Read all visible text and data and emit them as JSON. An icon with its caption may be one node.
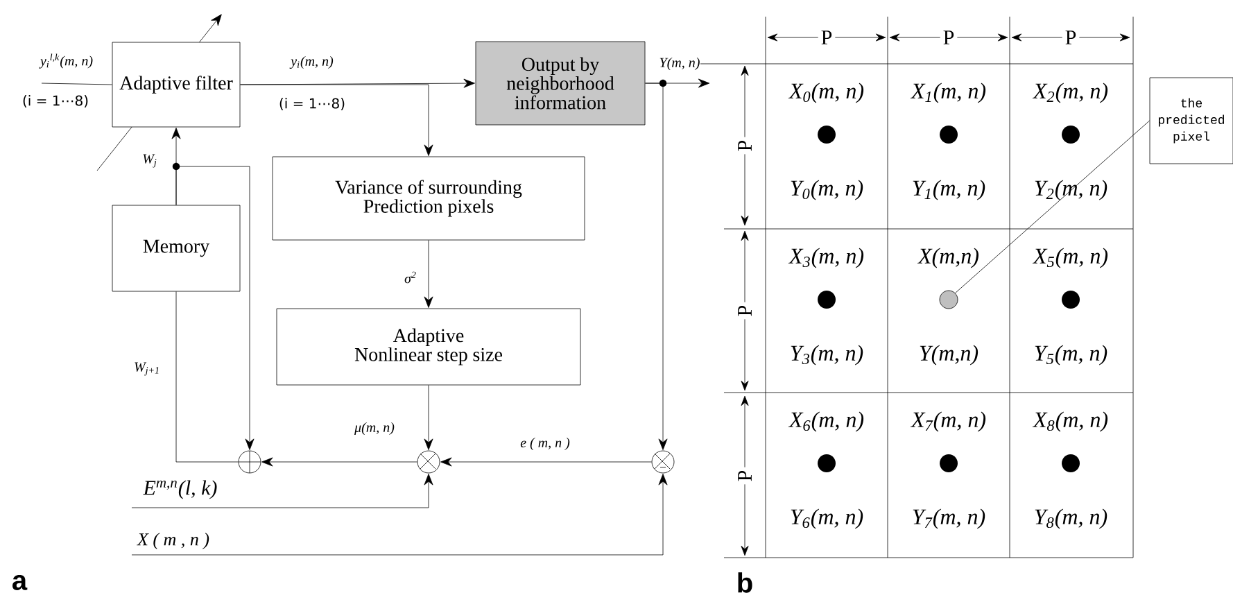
{
  "diagram": {
    "nodes": [
      {
        "text": [
          "Adaptive filter"
        ]
      },
      {
        "text": [
          "Output by neighborhood information"
        ]
      },
      {
        "text": [
          "Variance of surrounding Prediction pixels"
        ]
      },
      {
        "text": [
          "Memory"
        ]
      },
      {
        "text": [
          "Adaptive Nonlinear step size"
        ]
      },
      {
        "text": [],
        "shape": "circle"
      },
      {
        "text": [],
        "shape": "circle"
      },
      {
        "text": [],
        "shape": "circle"
      },
      {
        "text": [
          "X$_{0}$(m, n)",
          "Y$_{0}$(m, n)"
        ]
      },
      {
        "text": [
          "X$_{1}$(m, n)",
          "Y$_{1}$(m, n)"
        ]
      },
      {
        "text": [
          "X$_{2}$(m, n)",
          "Y$_{2}$(m, n)"
        ]
      },
      {
        "text": [
          "X$_{3}$(m, n)",
          "Y$_{3}$(m, n)"
        ]
      },
      {
        "text": [
          "X(m,n)",
          "Y(m,n)"
        ]
      },
      {
        "text": [
          "X$_{5}$(m, n)",
          "Y$_{5}$(m, n)"
        ]
      },
      {
        "text": [
          "X$_{6}$(m, n)",
          "Y$_{6}$(m, n)"
        ]
      },
      {
        "text": [
          "X$_{7}$(m, n)",
          "Y$_{7}$(m, n)"
        ]
      },
      {
        "text": [
          "X$_{8}$(m, n)",
          "Y$_{8}$(m, n)"
        ]
      },
      {
        "text": [],
        "shape": "circle",
        "in": 12
      },
      {
        "text": [
          "the predicted pixel"
        ]
      }
    ],
    "edges": [
      {
        "from": null,
        "to": 0,
        "arrow": "none",
        "label": "y$_{i}$$^{l,k}$(m, n)"
      },
      {
        "from": 0,
        "to": 1,
        "arrow": "to",
        "label": "y$_{i}$(m, n)"
      },
      {
        "from": 0,
        "to": 2,
        "arrow": "to"
      },
      {
        "from": 2,
        "to": 4,
        "arrow": "to",
        "label": "σ$^{2}$"
      },
      {
        "from": 4,
        "to": 6,
        "arrow": "to",
        "label": "μ(m, n)"
      },
      {
        "from": 1,
        "to": null,
        "arrow": "to",
        "label": "Y(m, n)"
      },
      {
        "from": 1,
        "to": 7,
        "arrow": "to"
      },
      {
        "from": 7,
        "to": 6,
        "arrow": "to",
        "label": "e ( m, n )"
      },
      {
        "from": 6,
        "to": 5,
        "arrow": "to"
      },
      {
        "from": null,
        "to": 6,
        "arrow": "to",
        "label": "E$^{m,n}$(l, k)"
      },
      {
        "from": null,
        "to": 7,
        "arrow": "to",
        "label": "X ( m , n )"
      },
      {
        "from": 3,
        "to": 0,
        "arrow": "to",
        "label": "W$_{j}$"
      },
      {
        "from": 3,
        "to": 5,
        "arrow": "to"
      },
      {
        "from": 5,
        "to": 3,
        "arrow": "none",
        "label": "W$_{j+1}$"
      },
      {
        "from": 18,
        "to": 17,
        "arrow": "none"
      }
    ],
    "labels": [
      "(i = 1⋯8)",
      "(i = 1⋯8)",
      "P",
      "P",
      "P",
      "P",
      "P",
      "P",
      "a",
      "b"
    ]
  }
}
